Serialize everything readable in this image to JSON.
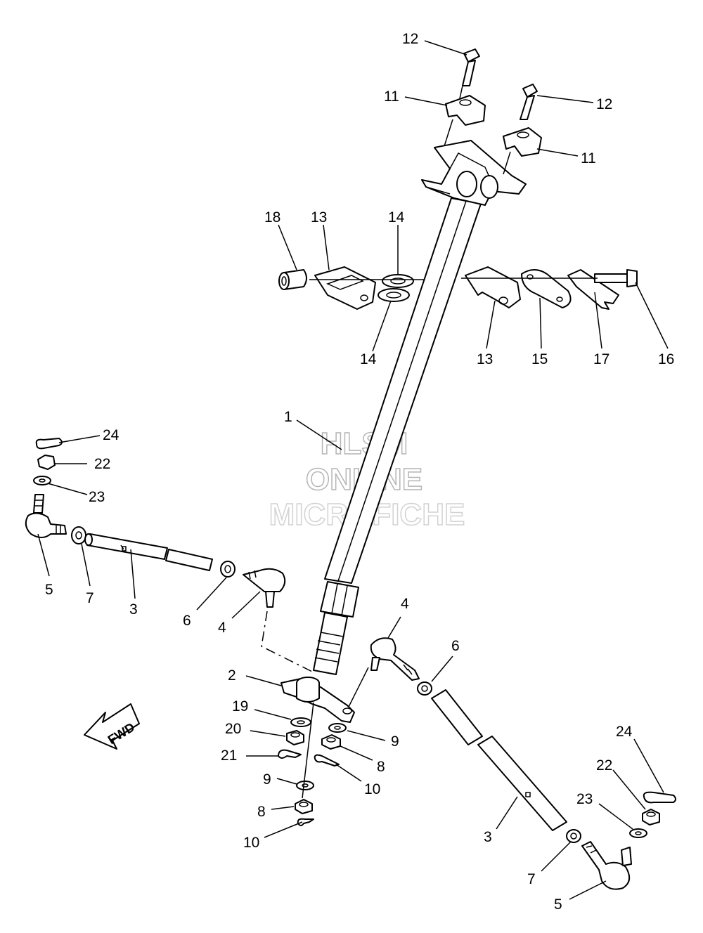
{
  "watermark": {
    "line1": "HLSM",
    "line2": "ONLINE",
    "line3": "MICROFICHE"
  },
  "direction_arrow": {
    "label": "FWD",
    "icon": "fwd-arrow-icon"
  },
  "callouts": [
    {
      "id": "c12a",
      "label": "12"
    },
    {
      "id": "c11a",
      "label": "11"
    },
    {
      "id": "c12b",
      "label": "12"
    },
    {
      "id": "c11b",
      "label": "11"
    },
    {
      "id": "c18",
      "label": "18"
    },
    {
      "id": "c13a",
      "label": "13"
    },
    {
      "id": "c14a",
      "label": "14"
    },
    {
      "id": "c14b",
      "label": "14"
    },
    {
      "id": "c13b",
      "label": "13"
    },
    {
      "id": "c15",
      "label": "15"
    },
    {
      "id": "c17",
      "label": "17"
    },
    {
      "id": "c16",
      "label": "16"
    },
    {
      "id": "c1",
      "label": "1"
    },
    {
      "id": "c24a",
      "label": "24"
    },
    {
      "id": "c22a",
      "label": "22"
    },
    {
      "id": "c23a",
      "label": "23"
    },
    {
      "id": "c5a",
      "label": "5"
    },
    {
      "id": "c7a",
      "label": "7"
    },
    {
      "id": "c3a",
      "label": "3"
    },
    {
      "id": "c6a",
      "label": "6"
    },
    {
      "id": "c4a",
      "label": "4"
    },
    {
      "id": "c4b",
      "label": "4"
    },
    {
      "id": "c6b",
      "label": "6"
    },
    {
      "id": "c2",
      "label": "2"
    },
    {
      "id": "c19",
      "label": "19"
    },
    {
      "id": "c20",
      "label": "20"
    },
    {
      "id": "c21",
      "label": "21"
    },
    {
      "id": "c9a",
      "label": "9"
    },
    {
      "id": "c8a",
      "label": "8"
    },
    {
      "id": "c10a",
      "label": "10"
    },
    {
      "id": "c9b",
      "label": "9"
    },
    {
      "id": "c8b",
      "label": "8"
    },
    {
      "id": "c10b",
      "label": "10"
    },
    {
      "id": "c24b",
      "label": "24"
    },
    {
      "id": "c22b",
      "label": "22"
    },
    {
      "id": "c23b",
      "label": "23"
    },
    {
      "id": "c3b",
      "label": "3"
    },
    {
      "id": "c7b",
      "label": "7"
    },
    {
      "id": "c5b",
      "label": "5"
    }
  ]
}
